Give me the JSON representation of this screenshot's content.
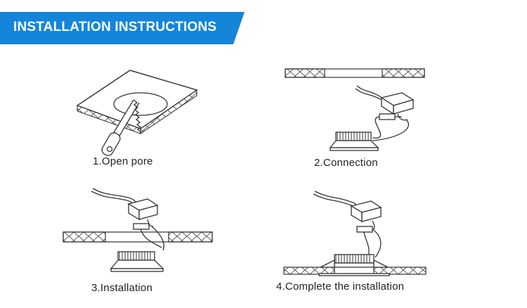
{
  "header": {
    "title": "INSTALLATION INSTRUCTIONS",
    "accent_color": "#1585d9"
  },
  "steps": [
    {
      "label": "1.Open pore"
    },
    {
      "label": "2.Connection"
    },
    {
      "label": "3.Installation"
    },
    {
      "label": "4.Complete the installation"
    }
  ]
}
